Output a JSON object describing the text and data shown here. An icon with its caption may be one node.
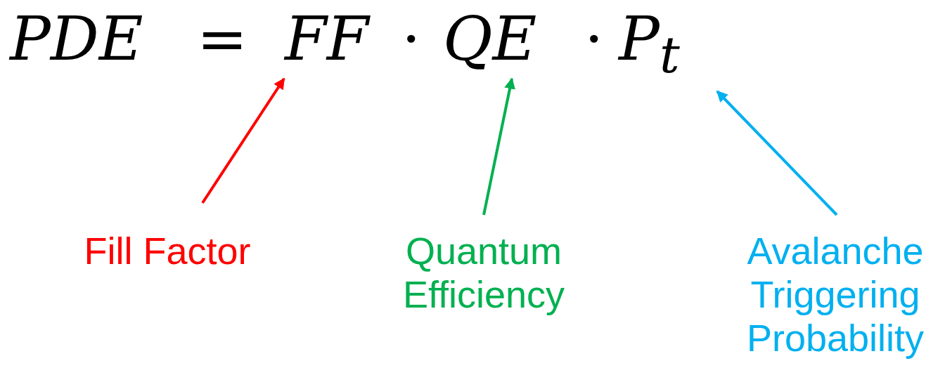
{
  "diagram": {
    "nodes": [
      {
        "text": [
          "FF"
        ]
      },
      {
        "text": [
          "QE"
        ]
      },
      {
        "text": [
          "P$_{t}$"
        ]
      },
      {
        "text": [
          "Fill Factor"
        ]
      },
      {
        "text": [
          "Quantum Efficiency"
        ]
      },
      {
        "text": [
          "Avalanche Triggering Probability"
        ]
      }
    ],
    "edges": [
      {
        "from": 3,
        "to": 0,
        "arrow": "to",
        "color": "#ff0000"
      },
      {
        "from": 4,
        "to": 1,
        "arrow": "to",
        "color": "#00b050"
      },
      {
        "from": 5,
        "to": 2,
        "arrow": "to",
        "color": "#00b0f0"
      }
    ],
    "labels": [
      "PDE",
      "=",
      "⋅",
      "⋅"
    ]
  }
}
